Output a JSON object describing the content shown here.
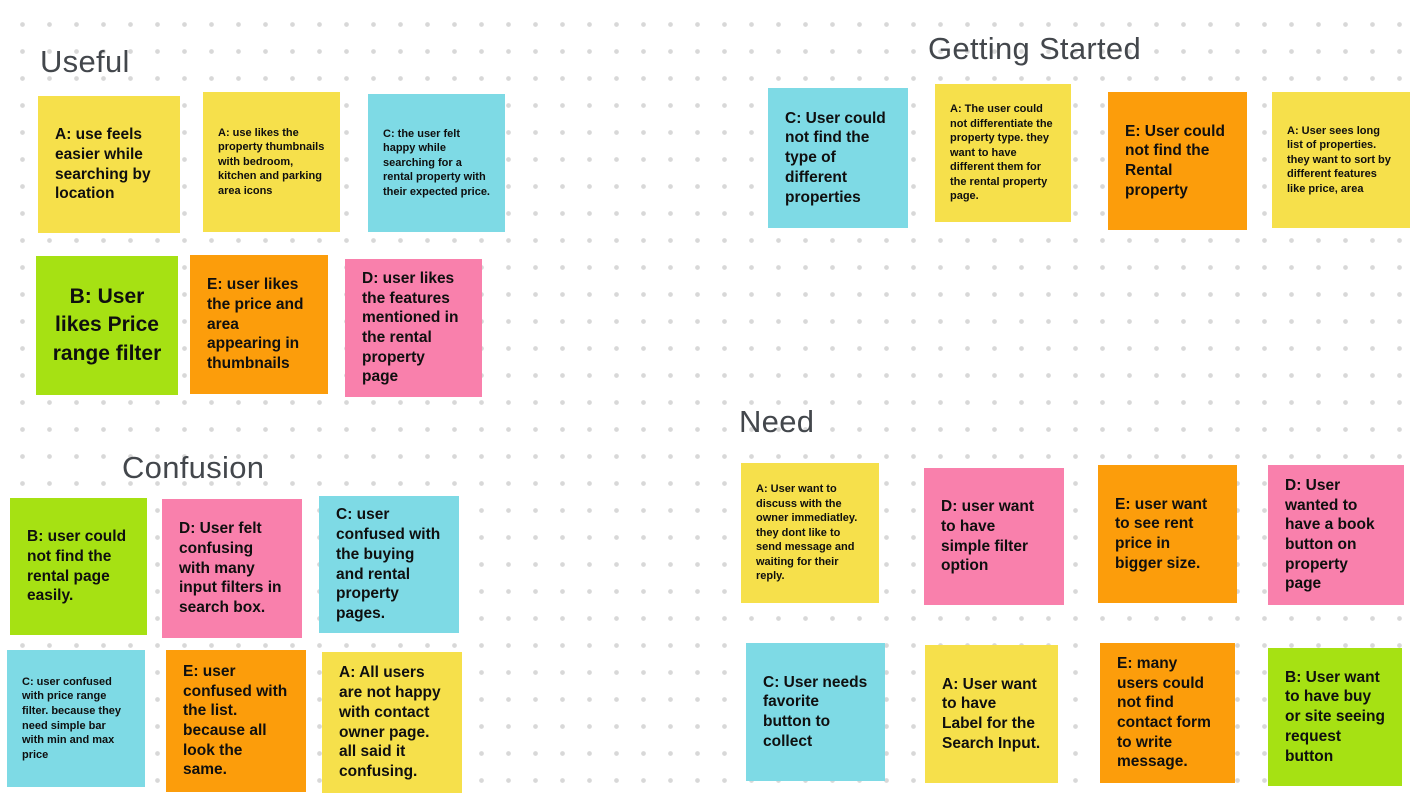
{
  "palette": {
    "yellow": "#F6E04B",
    "cyan": "#7EDAE5",
    "green": "#A6E113",
    "orange": "#FC9D0B",
    "pink": "#F980AC",
    "title_gray": "#43474C",
    "note_text": "#0F0F0F",
    "dot_gray": "#D8D8D8"
  },
  "sections": {
    "useful": {
      "title": "Useful",
      "notes": [
        {
          "color": "yellow",
          "text": "A: use feels easier while searching by location"
        },
        {
          "color": "yellow",
          "text": "A: use likes the property thumbnails with bedroom, kitchen and parking area icons"
        },
        {
          "color": "cyan",
          "text": "C: the user felt happy while searching for a rental property with their expected price."
        },
        {
          "color": "green",
          "text": "B: User likes Price range filter"
        },
        {
          "color": "orange",
          "text": "E: user likes the price and area appearing in thumbnails"
        },
        {
          "color": "pink",
          "text": "D: user likes the features mentioned in the rental property page"
        }
      ]
    },
    "getting_started": {
      "title": "Getting Started",
      "notes": [
        {
          "color": "cyan",
          "text": "C: User could not find the type of different properties"
        },
        {
          "color": "yellow",
          "text": "A: The user could not differentiate the property type. they want to have different them for the rental property page."
        },
        {
          "color": "orange",
          "text": "E: User could not find the Rental property"
        },
        {
          "color": "yellow",
          "text": "A: User sees long list of properties. they want to sort by different features like price, area"
        }
      ]
    },
    "confusion": {
      "title": "Confusion",
      "notes": [
        {
          "color": "green",
          "text": "B: user could not find the rental page easily."
        },
        {
          "color": "pink",
          "text": "D: User felt confusing with many input filters in search box."
        },
        {
          "color": "cyan",
          "text": "C: user confused with the buying and rental property pages."
        },
        {
          "color": "cyan",
          "text": "C: user confused with price range filter. because they need simple bar with min and max price"
        },
        {
          "color": "orange",
          "text": "E: user confused with the list. because all look the same."
        },
        {
          "color": "yellow",
          "text": "A: All users are not happy with contact owner page. all said it confusing."
        }
      ]
    },
    "need": {
      "title": "Need",
      "notes": [
        {
          "color": "yellow",
          "text": "A: User want to discuss with the owner immediatley. they dont like to send message and waiting for their reply."
        },
        {
          "color": "pink",
          "text": "D: user want to have simple filter option"
        },
        {
          "color": "orange",
          "text": "E: user want to see rent price in bigger size."
        },
        {
          "color": "pink",
          "text": "D: User wanted to have a book button on property page"
        },
        {
          "color": "cyan",
          "text": "C: User needs favorite button to collect"
        },
        {
          "color": "yellow",
          "text": "A: User want to have Label for the Search Input."
        },
        {
          "color": "orange",
          "text": "E: many users could not find contact form to write message."
        },
        {
          "color": "green",
          "text": "B: User want to have buy or site seeing request button"
        }
      ]
    }
  }
}
